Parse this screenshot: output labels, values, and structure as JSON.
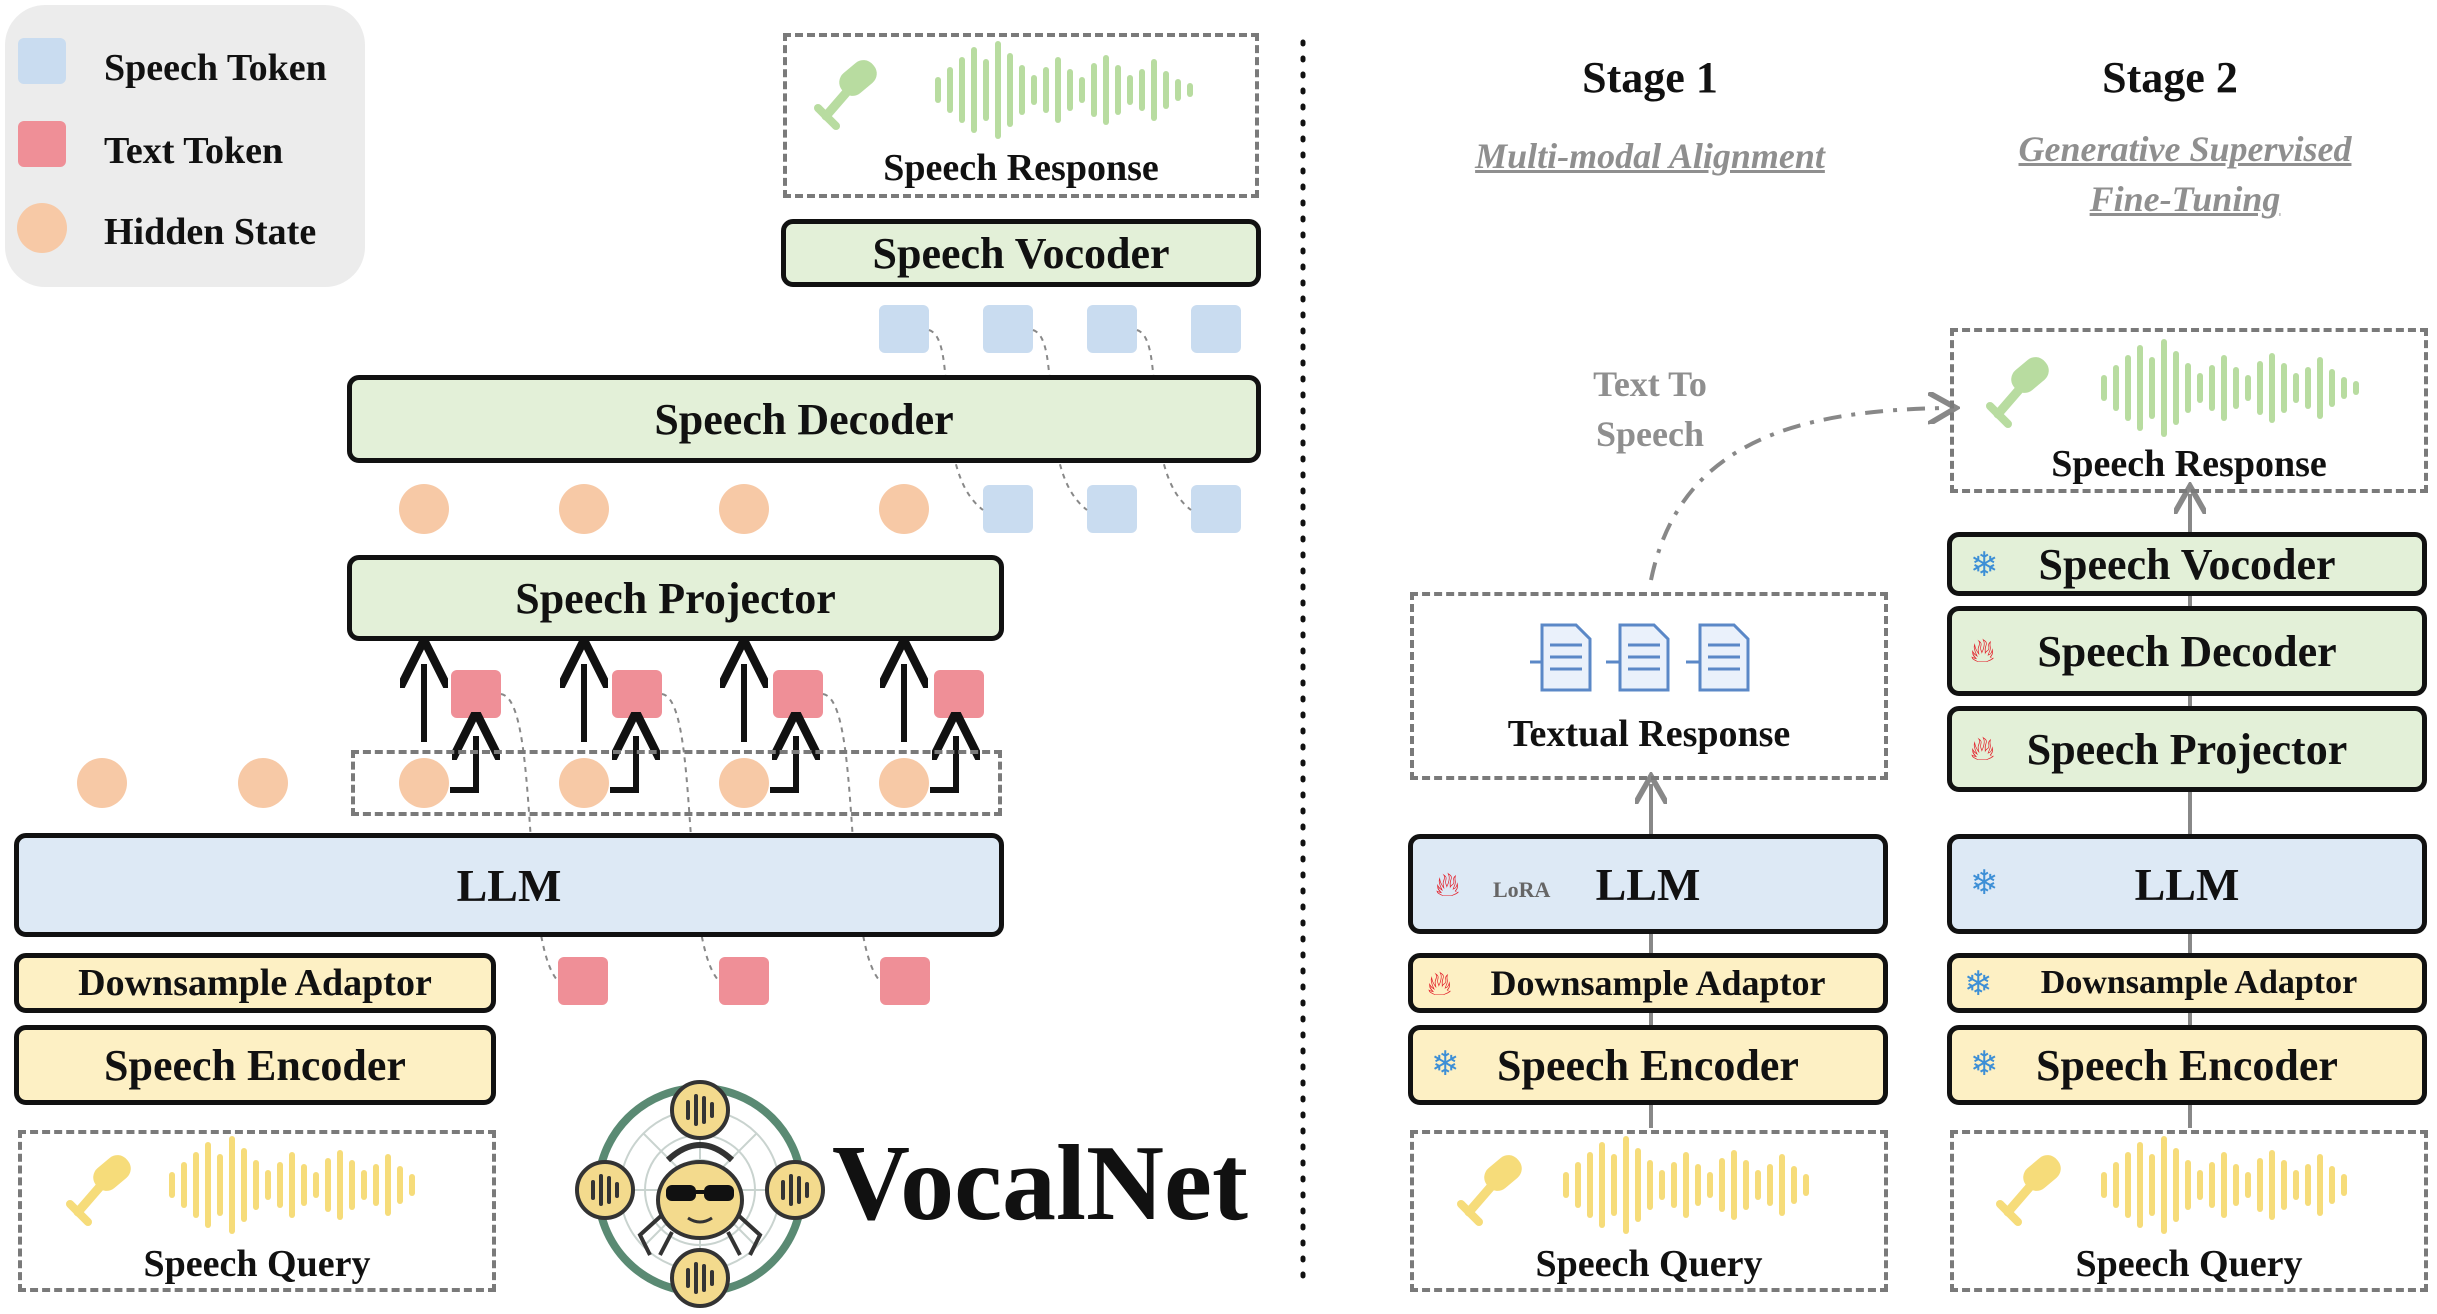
{
  "legend": {
    "items": [
      {
        "label": "Speech Token",
        "color": "#c9dcf0"
      },
      {
        "label": "Text Token",
        "color": "#ef8f97"
      },
      {
        "label": "Hidden State",
        "color": "#f7c9a6"
      }
    ]
  },
  "left": {
    "speech_response": "Speech Response",
    "speech_vocoder": "Speech Vocoder",
    "speech_decoder": "Speech Decoder",
    "speech_projector": "Speech Projector",
    "llm": "LLM",
    "downsample_adaptor": "Downsample Adaptor",
    "speech_encoder": "Speech Encoder",
    "speech_query": "Speech Query",
    "brand": "VocalNet"
  },
  "stage1": {
    "title": "Stage 1",
    "subtitle": "Multi-modal Alignment",
    "tts_label_1": "Text To",
    "tts_label_2": "Speech",
    "textual_response": "Textual Response",
    "lora": "LoRA",
    "llm": "LLM",
    "downsample_adaptor": "Downsample Adaptor",
    "speech_encoder": "Speech Encoder",
    "speech_query": "Speech Query"
  },
  "stage2": {
    "title": "Stage 2",
    "subtitle_1": "Generative Supervised",
    "subtitle_2": "Fine-Tuning",
    "speech_response": "Speech Response",
    "speech_vocoder": "Speech Vocoder",
    "speech_decoder": "Speech Decoder",
    "speech_projector": "Speech Projector",
    "llm": "LLM",
    "downsample_adaptor": "Downsample Adaptor",
    "speech_encoder": "Speech Encoder",
    "speech_query": "Speech Query"
  },
  "icons": {
    "trainable": "fire-icon",
    "frozen": "snowflake-icon",
    "mic": "microphone-icon",
    "waveform": "waveform-icon",
    "document": "document-icon",
    "logo": "vocalnet-spider-logo"
  },
  "colors": {
    "green_block": "#e3f0d8",
    "yellow_block": "#fdf0c4",
    "blue_block": "#dde9f5",
    "query_yellow": "#f6dc7a",
    "response_green": "#b8dca0"
  }
}
